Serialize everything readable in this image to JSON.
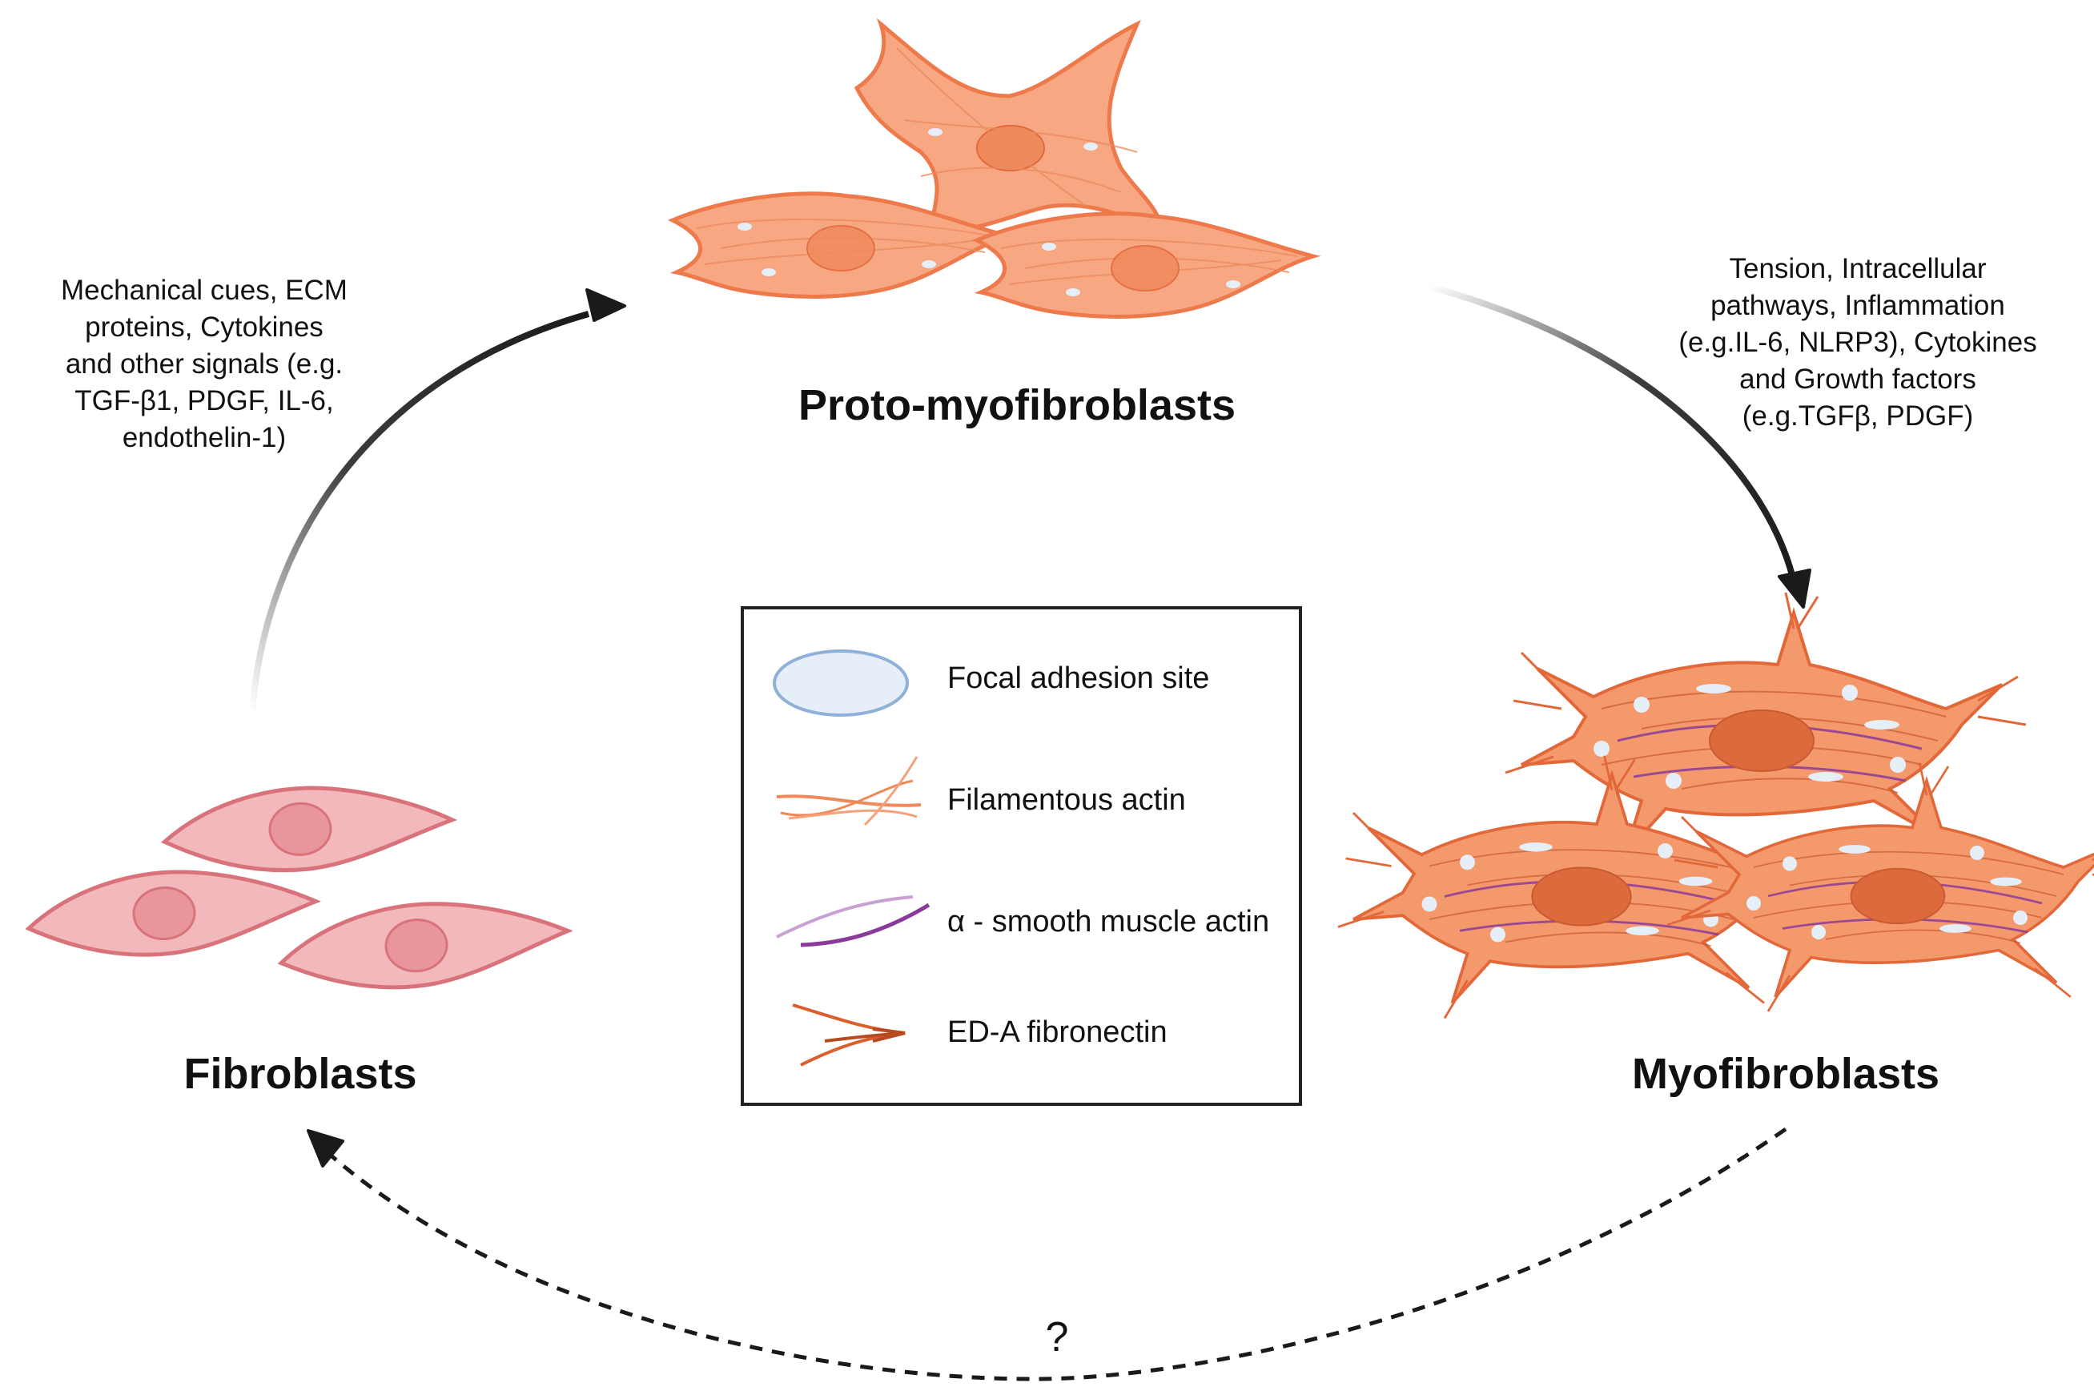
{
  "stages": {
    "fibroblasts": "Fibroblasts",
    "proto": "Proto-myofibroblasts",
    "myo": "Myofibroblasts"
  },
  "signals_left": [
    "Mechanical cues, ECM",
    "proteins, Cytokines",
    "and other signals (e.g.",
    "TGF-β1, PDGF, IL-6,",
    "endothelin-1)"
  ],
  "signals_right": [
    "Tension, Intracellular",
    "pathways, Inflammation",
    "(e.g.IL-6, NLRP3), Cytokines",
    "and Growth factors",
    "(e.g.TGFβ, PDGF)"
  ],
  "reverse_label": "?",
  "legend": [
    {
      "label": "Focal adhesion site",
      "icon": "focal-adhesion-icon"
    },
    {
      "label": "Filamentous actin",
      "icon": "filamentous-actin-icon"
    },
    {
      "label": "α - smooth muscle actin",
      "icon": "smooth-muscle-actin-icon"
    },
    {
      "label": "ED-A fibronectin",
      "icon": "fibronectin-icon"
    }
  ],
  "colors": {
    "fibroblast_fill": "#f2b8bb",
    "fibroblast_stroke": "#d9737b",
    "fibroblast_nucleus": "#e8969c",
    "proto_fill": "#f7a882",
    "proto_stroke": "#ee7a4c",
    "proto_nucleus": "#ef8a5c",
    "myo_fill": "#f4996c",
    "myo_stroke": "#e2683a",
    "myo_nucleus": "#dc6a3c",
    "adhesion_fill": "#e6eef8",
    "adhesion_stroke": "#8fb0d8",
    "sma": "#8a3a9a",
    "arrow": "#1a1a1a"
  }
}
